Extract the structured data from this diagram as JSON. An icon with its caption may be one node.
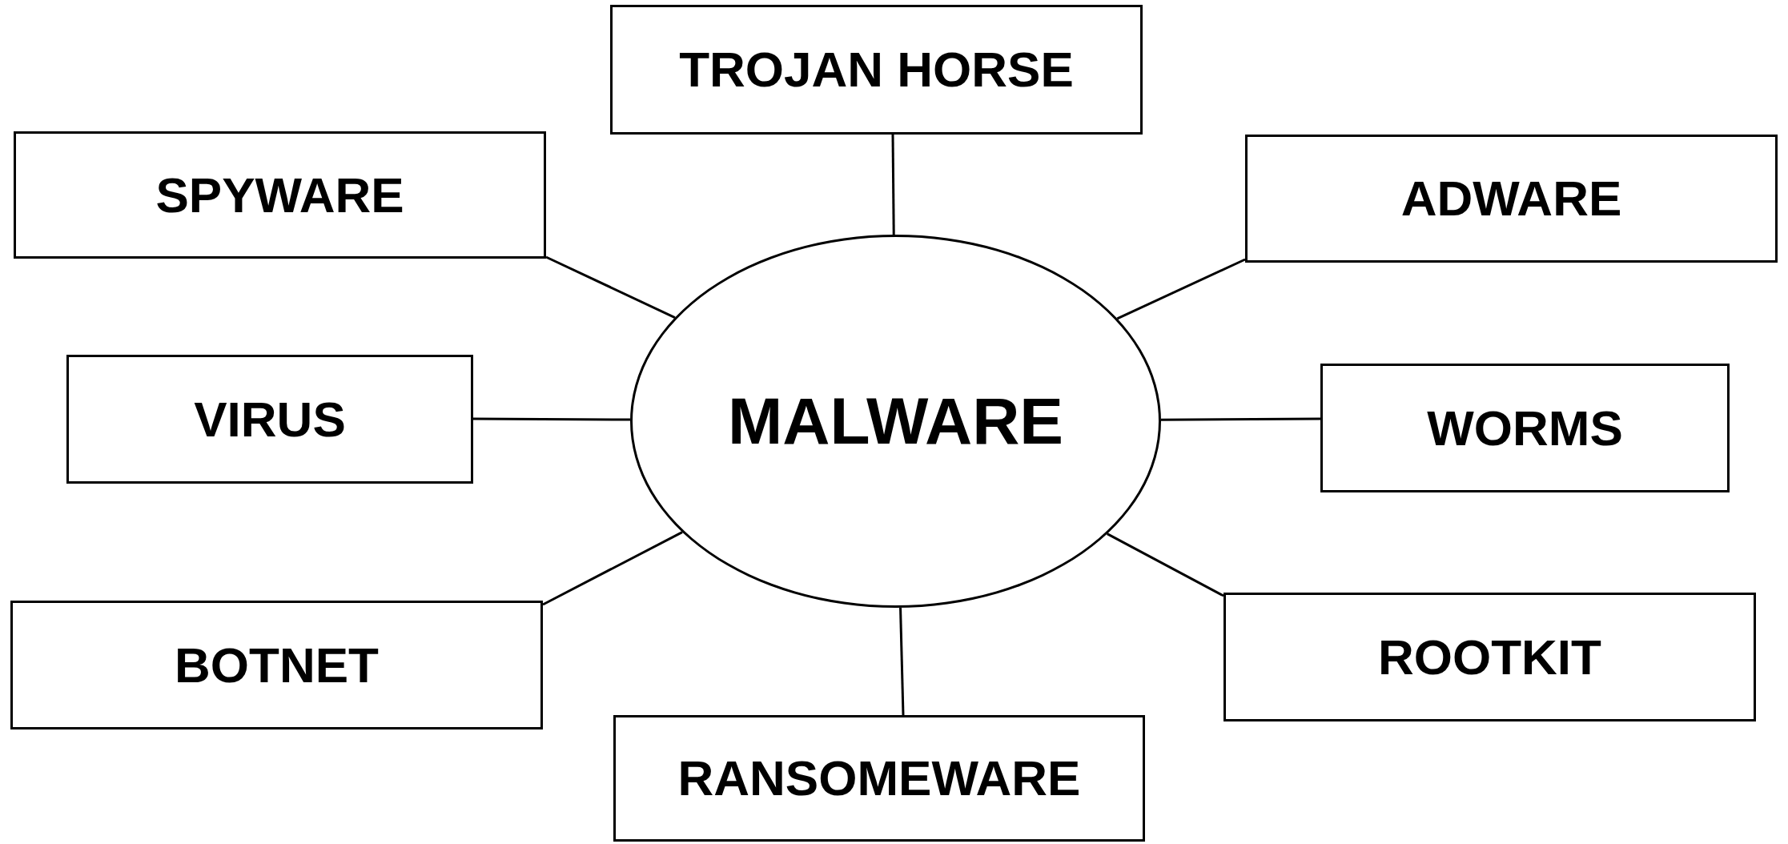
{
  "diagram": {
    "nodes": [
      {
        "text": [
          "TROJAN HORSE"
        ]
      },
      {
        "text": [
          "SPYWARE"
        ]
      },
      {
        "text": [
          "ADWARE"
        ]
      },
      {
        "text": [
          "VIRUS"
        ]
      },
      {
        "text": [
          "MALWARE"
        ]
      },
      {
        "text": [
          "WORMS"
        ]
      },
      {
        "text": [
          "BOTNET"
        ]
      },
      {
        "text": [
          "ROOTKIT"
        ]
      },
      {
        "text": [
          "RANSOMEWARE"
        ]
      }
    ],
    "edges": [
      {
        "from": 4,
        "to": 0,
        "arrow": "none"
      },
      {
        "from": 4,
        "to": 1,
        "arrow": "none"
      },
      {
        "from": 4,
        "to": 2,
        "arrow": "none"
      },
      {
        "from": 4,
        "to": 3,
        "arrow": "none"
      },
      {
        "from": 4,
        "to": 5,
        "arrow": "none"
      },
      {
        "from": 4,
        "to": 6,
        "arrow": "none"
      },
      {
        "from": 4,
        "to": 7,
        "arrow": "none"
      },
      {
        "from": 4,
        "to": 8,
        "arrow": "none"
      }
    ]
  }
}
